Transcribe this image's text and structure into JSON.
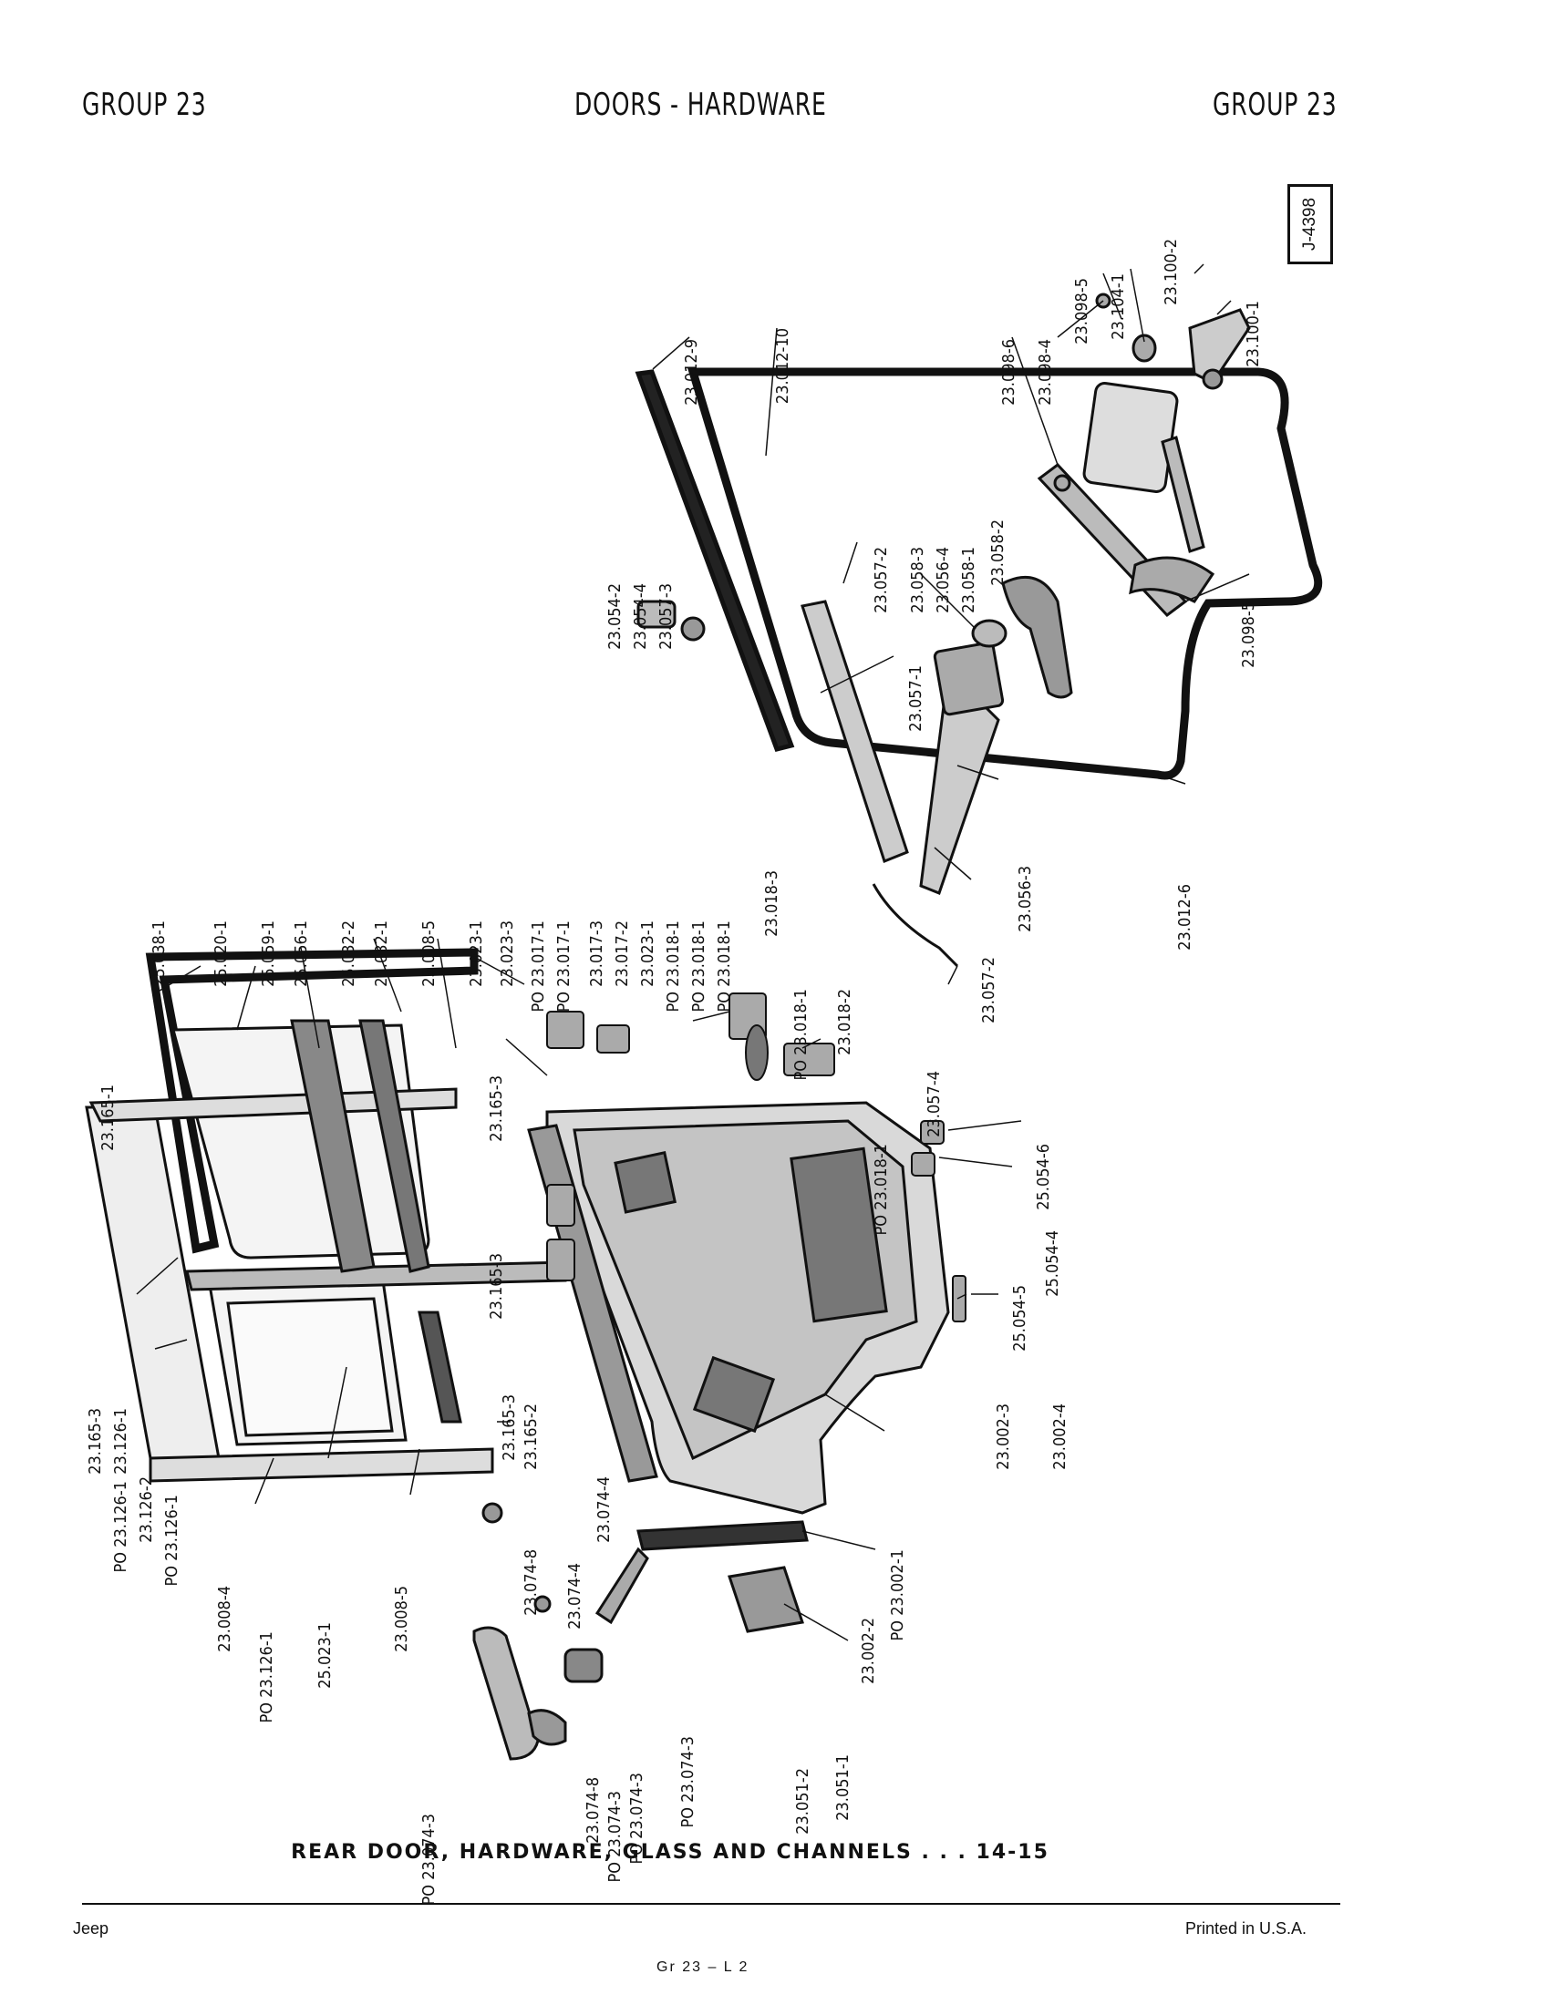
{
  "header": {
    "left": "GROUP 23",
    "center": "DOORS - HARDWARE",
    "right": "GROUP 23"
  },
  "reference": "J-4398",
  "callouts": [
    "23.012-9",
    "23.012-10",
    "23.098-6",
    "23.098-4",
    "23.098-5",
    "23.104-1",
    "23.100-2",
    "23.100-1",
    "23.054-2",
    "23.054-4",
    "23.057-3",
    "23.057-2",
    "23.058-3",
    "23.056-4",
    "23.058-1",
    "23.058-2",
    "23.098-5",
    "23.057-1",
    "23.012-6",
    "23.056-3",
    "23.057-2",
    "23.057-4",
    "25.038-1",
    "25.020-1",
    "25.059-1",
    "25.056-1",
    "25.032-2",
    "25.032-1",
    "23.008-5",
    "23.023-1",
    "23.023-3",
    "PO 23.017-1",
    "PO 23.017-1",
    "23.017-3",
    "23.017-2",
    "23.023-1",
    "PO 23.018-1",
    "PO 23.018-1",
    "PO 23.018-1",
    "23.018-3",
    "PO 23.018-1",
    "23.018-2",
    "PO 23.018-1",
    "23.165-1",
    "23.165-3",
    "23.165-3",
    "25.054-6",
    "25.054-5",
    "25.054-4",
    "23.165-3",
    "23.126-1",
    "PO 23.126-1",
    "23.126-2",
    "PO 23.126-1",
    "23.165-2",
    "23.165-3",
    "23.002-3",
    "23.002-4",
    "23.008-4",
    "PO 23.126-1",
    "25.023-1",
    "23.074-4",
    "PO 23.002-1",
    "23.008-5",
    "23.074-8",
    "23.074-4",
    "23.002-2",
    "PO 23.074-3",
    "23.074-8",
    "PO 23.074-3",
    "PO 23.074-3",
    "PO 23.074-3",
    "23.051-2",
    "23.051-1"
  ],
  "caption": "REAR DOOR, HARDWARE, GLASS AND CHANNELS . . . 14-15",
  "footer": {
    "left": "Jeep",
    "center": "Gr 23 – L 2",
    "right": "Printed in U.S.A."
  }
}
